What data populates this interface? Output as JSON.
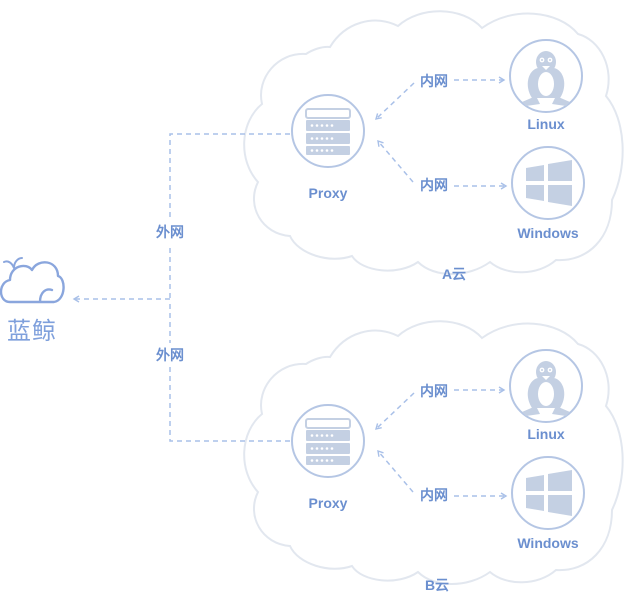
{
  "brand": {
    "name": "蓝鲸"
  },
  "links": {
    "outer_top": "外网",
    "outer_bottom": "外网"
  },
  "cloud_a": {
    "name": "A云",
    "proxy": "Proxy",
    "intranet_top": "内网",
    "intranet_bottom": "内网",
    "host_top": "Linux",
    "host_bottom": "Windows"
  },
  "cloud_b": {
    "name": "B云",
    "proxy": "Proxy",
    "intranet_top": "内网",
    "intranet_bottom": "内网",
    "host_top": "Linux",
    "host_bottom": "Windows"
  },
  "colors": {
    "line": "#a9c0e8",
    "cloud_stroke": "#e2e7ef",
    "node_stroke": "#b5c6e4",
    "icon_fill": "#c4d0e3",
    "text": "#6b8fcf"
  }
}
